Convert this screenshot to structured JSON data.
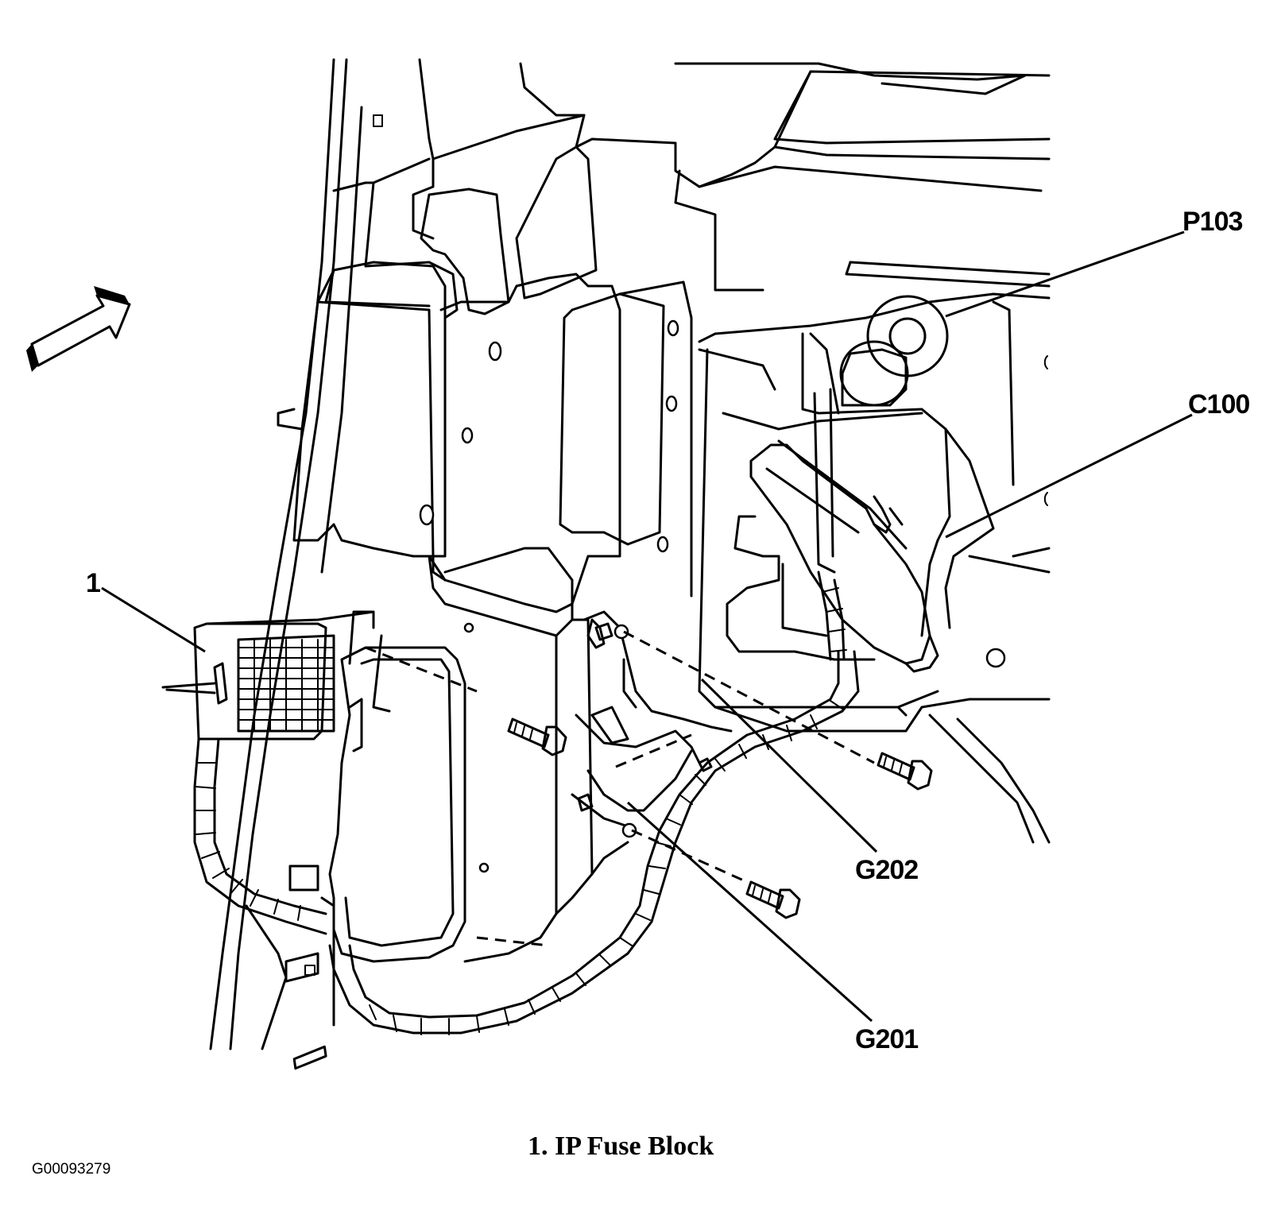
{
  "callouts": {
    "fuse_block_number": "1",
    "p103": "P103",
    "c100": "C100",
    "g202": "G202",
    "g201": "G201"
  },
  "legend": {
    "item_1": "1. IP Fuse Block"
  },
  "figure_id": "G00093279"
}
